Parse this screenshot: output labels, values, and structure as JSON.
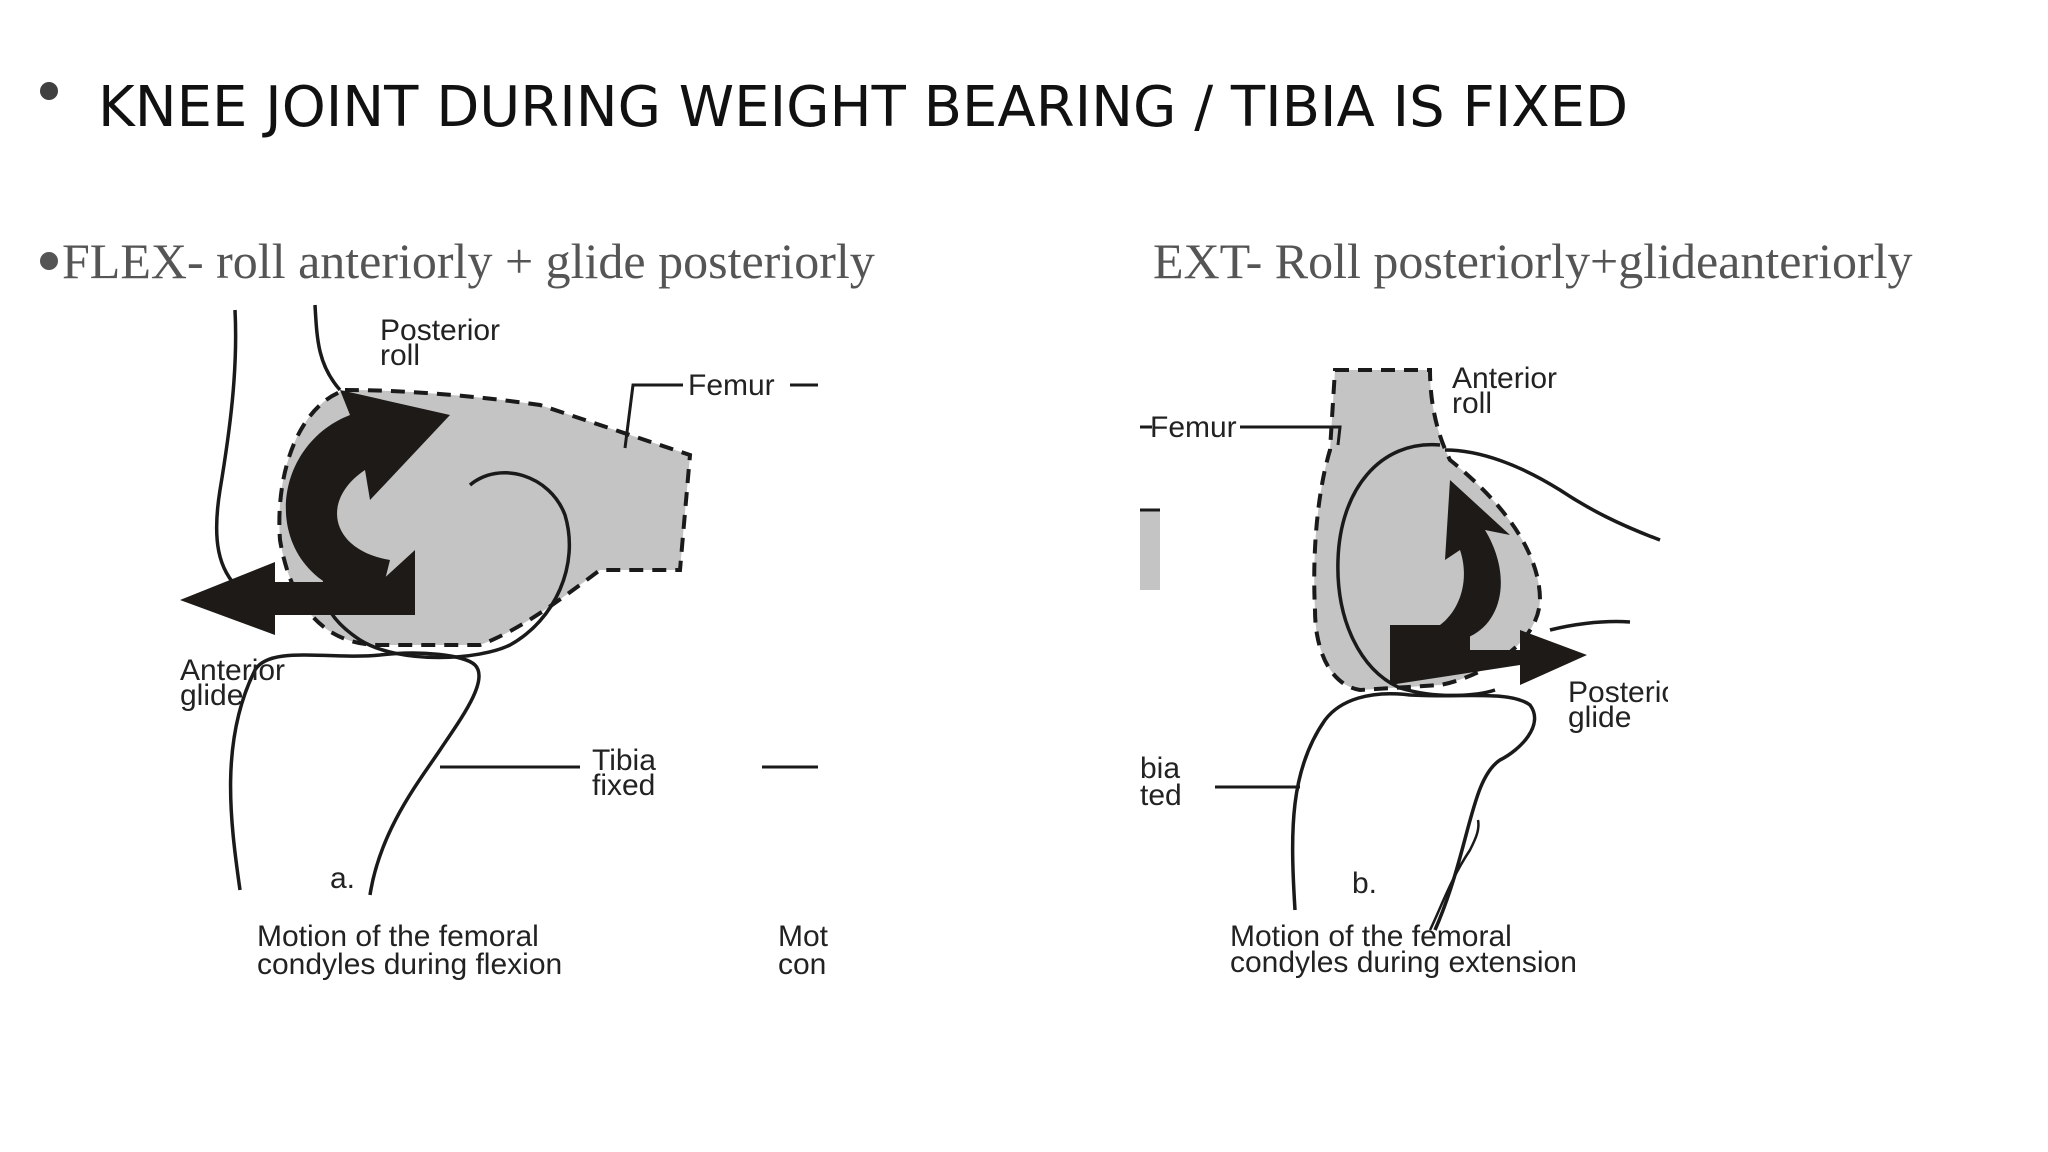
{
  "heading": {
    "title": "KNEE JOINT DURING WEIGHT BEARING / TIBIA IS FIXED"
  },
  "subheadings": {
    "flexion": "FLEX- roll anteriorly + glide  posteriorly",
    "extension": "EXT- Roll posteriorly+glideanteriorly"
  },
  "figure_a": {
    "label_posterior_roll_1": "Posterior",
    "label_posterior_roll_2": "roll",
    "label_femur": "Femur",
    "label_anterior_glide_1": "Anterior",
    "label_anterior_glide_2": "glide",
    "label_tibia_1": "Tibia",
    "label_tibia_2": "fixed",
    "panel_letter": "a.",
    "caption_1": "Motion of the femoral",
    "caption_2": "condyles during flexion",
    "cut_text_1": "Mot",
    "cut_text_2": "con"
  },
  "figure_b": {
    "label_anterior_roll_1": "Anterior",
    "label_anterior_roll_2": "roll",
    "label_femur": "Femur",
    "label_posterior_glide_1": "Posterio",
    "label_posterior_glide_2": "glide",
    "label_tibia_1": "bia",
    "label_tibia_2": "ted",
    "panel_letter": "b.",
    "caption_1": "Motion of the femoral",
    "caption_2": "condyles during extension"
  },
  "colors": {
    "bone_fill": "#c4c4c4",
    "arrow_fill": "#1e1a18",
    "outline": "#1a1a1a",
    "heading_text": "#111111",
    "subheading_text": "#555555"
  }
}
